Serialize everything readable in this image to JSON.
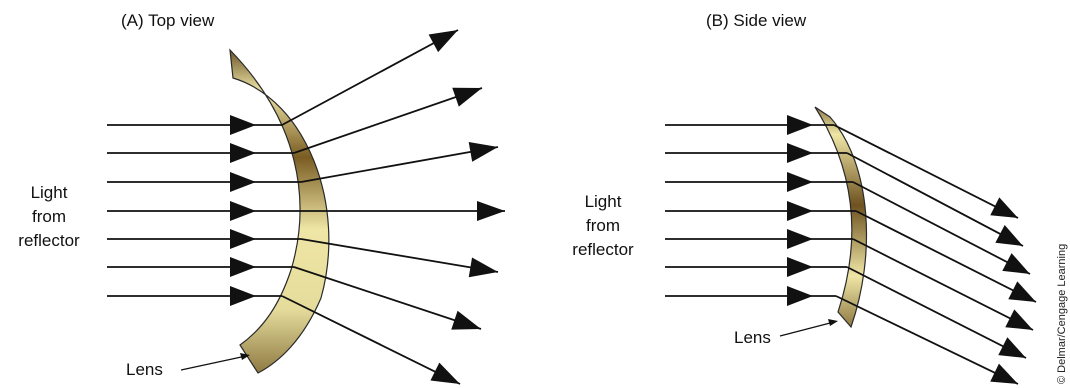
{
  "panel_a": {
    "title": "(A)  Top view",
    "source_label": [
      "Light",
      "from",
      "reflector"
    ],
    "lens_label": "Lens"
  },
  "panel_b": {
    "title": "(B) Side view",
    "source_label": [
      "Light",
      "from",
      "reflector"
    ],
    "lens_label": "Lens"
  },
  "credit": "© Delmar/Cengage Learning",
  "colors": {
    "arrow": "#111111",
    "lens_light": "#efe6a6",
    "lens_mid": "#b49a58",
    "lens_dark": "#5c4318",
    "lens_outline": "#2a2a2a"
  }
}
